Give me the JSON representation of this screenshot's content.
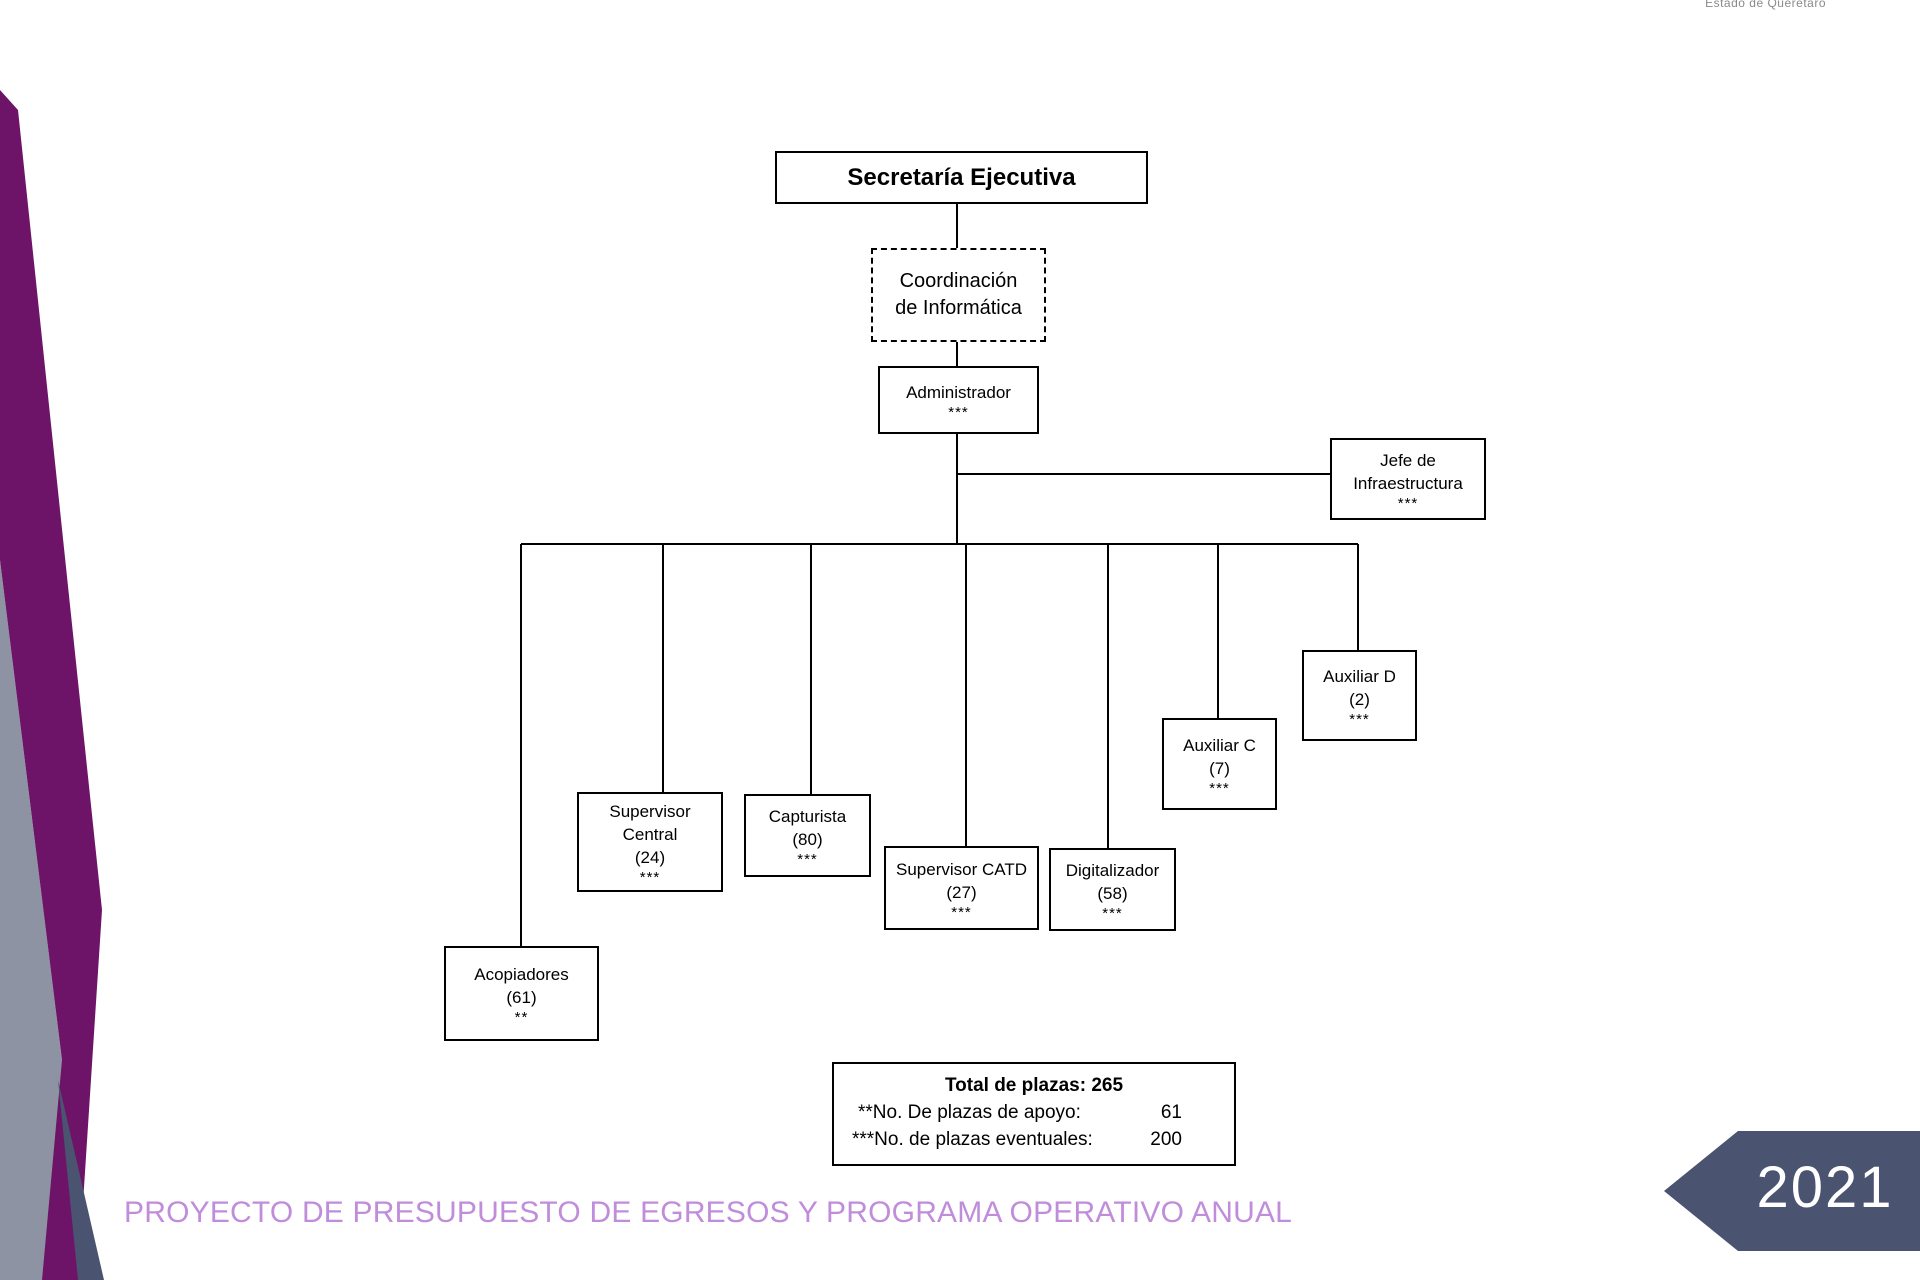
{
  "header": {
    "note": "Estado de Querétaro"
  },
  "org": {
    "top": "Secretaría Ejecutiva",
    "coordination": {
      "line1": "Coordinación",
      "line2": "de Informática"
    },
    "admin": {
      "line1": "Administrador",
      "stars": "***"
    },
    "infra": {
      "line1": "Jefe de",
      "line2": "Infraestructura",
      "stars": "***"
    },
    "acopiadores": {
      "line1": "Acopiadores",
      "count": "(61)",
      "stars": "**"
    },
    "supervisor_central": {
      "line1": "Supervisor",
      "line2": "Central",
      "count": "(24)",
      "stars": "***"
    },
    "capturista": {
      "line1": "Capturista",
      "count": "(80)",
      "stars": "***"
    },
    "supervisor_catd": {
      "line1": "Supervisor CATD",
      "count": "(27)",
      "stars": "***"
    },
    "digitalizador": {
      "line1": "Digitalizador",
      "count": "(58)",
      "stars": "***"
    },
    "auxiliar_c": {
      "line1": "Auxiliar C",
      "count": "(7)",
      "stars": "***"
    },
    "auxiliar_d": {
      "line1": "Auxiliar D",
      "count": "(2)",
      "stars": "***"
    }
  },
  "totals": {
    "title": "Total de plazas: 265",
    "support_label": "**No. De plazas de apoyo:",
    "support_value": "61",
    "eventual_label": "***No. de plazas eventuales:",
    "eventual_value": "200"
  },
  "footer": {
    "text": "PROYECTO DE PRESUPUESTO DE EGRESOS Y PROGRAMA OPERATIVO ANUAL"
  },
  "year": "2021",
  "colors": {
    "purple": "#6e1468",
    "slate": "#8e93a3",
    "dark_slate": "#4a5370",
    "footer_text": "#c08ddb"
  }
}
